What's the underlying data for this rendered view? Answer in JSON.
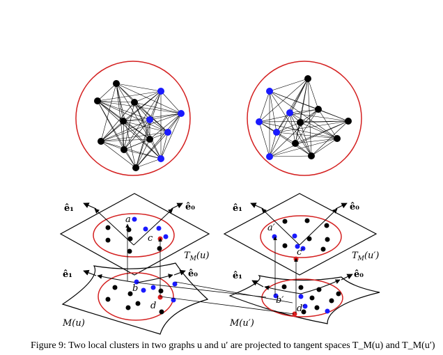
{
  "labels": {
    "e1_left_top": "ê₁",
    "e0_left_top": "ê₀",
    "e1_right_top": "ê₁",
    "e0_right_top": "ê₀",
    "e1_left_bottom": "ê₁",
    "e0_left_bottom": "ê₀",
    "e1_right_bottom": "ê₁",
    "e0_right_bottom": "ê₀",
    "a": "a",
    "b": "b",
    "c": "c",
    "d": "d",
    "a_prime": "a′",
    "b_prime": "b′",
    "c_prime": "c′",
    "d_prime": "d′",
    "tangent_left": "T",
    "tangent_left_sub": "M",
    "tangent_left_arg": "(u)",
    "tangent_right": "T",
    "tangent_right_sub": "M",
    "tangent_right_arg": "(u′)",
    "manifold_left": "M(u)",
    "manifold_right": "M(u′)"
  },
  "caption": "Figure 9: Two local clusters in two graphs u and u′ are projected to tangent spaces T_M(u) and T_M(u′)",
  "colors": {
    "boundary": "#d42020",
    "node_black": "#000000",
    "node_blue": "#1a1aff",
    "node_red": "#e02020",
    "edge": "#000000"
  }
}
